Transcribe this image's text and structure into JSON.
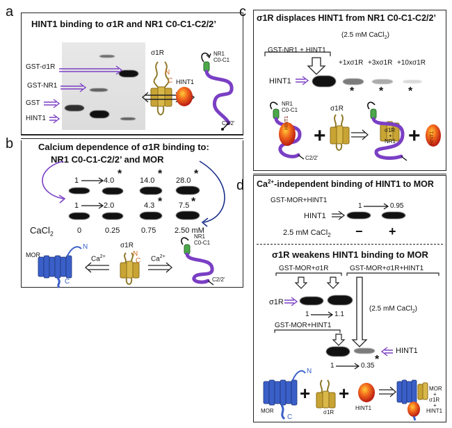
{
  "panel_a": {
    "letter": "a",
    "title": "HINT1 binding to σ1R and NR1 C0-C1-C2/2’",
    "labels": {
      "gst_s1r": "GST-σ1R",
      "gst_nr1": "GST-NR1",
      "gst": "GST",
      "hint1": "HINT1"
    },
    "diagram": {
      "s1r": "σ1R",
      "hint1": "HINT1",
      "nr1": "NR1",
      "c0c1": "C0-C1",
      "c22": "C2/2’",
      "n": "N",
      "c": "C"
    }
  },
  "panel_b": {
    "letter": "b",
    "title1": "Calcium dependence of σ1R binding to:",
    "title2": "NR1 C0-C1-C2/2’ and MOR",
    "row1": [
      "1",
      "4.0",
      "14.0",
      "28.0"
    ],
    "row2": [
      "1",
      "2.0",
      "4.3",
      "7.5"
    ],
    "cacl2_label": "CaCl",
    "cacl2_sub": "2",
    "concentrations": [
      "0",
      "0.25",
      "0.75",
      "2.50 mM"
    ],
    "diagram": {
      "mor": "MOR",
      "n": "N",
      "c": "C",
      "ca": "Ca",
      "ca_sup": "2+",
      "s1r": "σ1R",
      "nr1": "NR1",
      "c0c1": "C0-C1",
      "c22": "C2/2’"
    }
  },
  "panel_c": {
    "letter": "c",
    "title": "σ1R displaces HINT1 from NR1 C0-C1-C2/2’",
    "cacl2_note": "(2.5 mM CaCl",
    "cacl2_note_sub": "2",
    "cacl2_note_end": ")",
    "gst_nr1_hint1": "GST-NR1 + HINT1",
    "lanes": [
      "+1xσ1R",
      "+3xσ1R",
      "+10xσ1R"
    ],
    "hint1": "HINT1",
    "diagram": {
      "nr1": "NR1",
      "c0c1": "C0-C1",
      "c22": "C2/2’",
      "s1r": "σ1R",
      "hint1": "HINT1",
      "complex_s1r": "σ1R",
      "complex_plus": "+",
      "complex_nr1": "NR1"
    }
  },
  "panel_d": {
    "letter": "d",
    "title1": "-independent binding of HINT1 to MOR",
    "title1_ca": "Ca",
    "title1_sup": "2+",
    "gst_mor_hint1": "GST-MOR+HINT1",
    "hint1": "HINT1",
    "ratio": [
      "1",
      "0.95"
    ],
    "cacl2_row": "2.5 mM CaCl",
    "cacl2_row_sub": "2",
    "minus": "−",
    "plus": "+",
    "title2": "σ1R weakens HINT1 binding to MOR",
    "gst_mor_s1r": "GST-MOR+σ1R",
    "gst_mor_s1r_hint1": "GST-MOR+σ1R+HINT1",
    "s1r": "σ1R",
    "ratio2": [
      "1",
      "1.1"
    ],
    "cacl2_note": "(2.5 mM CaCl",
    "cacl2_note_sub": "2",
    "cacl2_note_end": ")",
    "gst_mor_hint1_b": "GST-MOR+HINT1",
    "hint1_b": "HINT1",
    "ratio3": [
      "1",
      "0.35"
    ],
    "diagram": {
      "mor": "MOR",
      "s1r": "σ1R",
      "hint1": "HINT1",
      "complex_mor": "MOR",
      "complex_plus": "+",
      "complex_s1r": "σ1R",
      "complex_plus2": "+",
      "complex_hint1": "HINT1",
      "n": "N",
      "c": "C"
    }
  },
  "colors": {
    "purple": "#7a3fc4",
    "mor_blue": "#3a5fc8",
    "gold": "#c8a434",
    "hint_red": "#e0301c",
    "green": "#4ca84a",
    "orange_nc": "#d06a1a"
  }
}
